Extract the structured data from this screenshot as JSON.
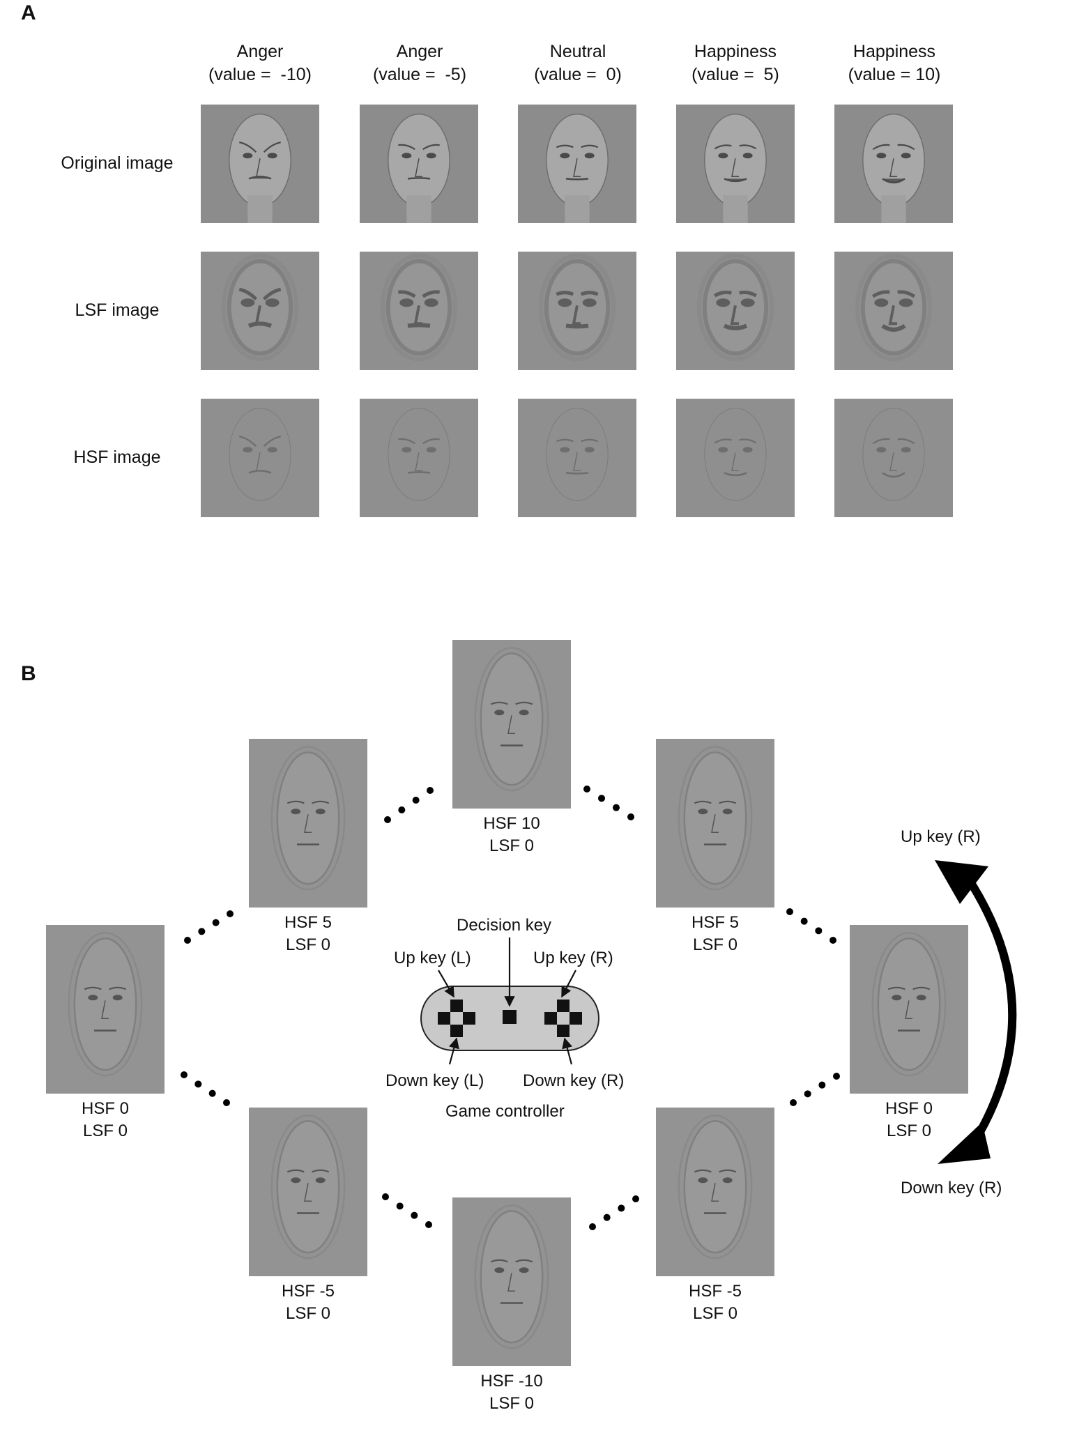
{
  "panelA": {
    "label": "A",
    "columns": [
      {
        "name": "Anger",
        "value": "(value =  -10)"
      },
      {
        "name": "Anger",
        "value": "(value =  -5)"
      },
      {
        "name": "Neutral",
        "value": "(value =  0)"
      },
      {
        "name": "Happiness",
        "value": "(value =  5)"
      },
      {
        "name": "Happiness",
        "value": "(value = 10)"
      }
    ],
    "rows": [
      "Original image",
      "LSF image",
      "HSF image"
    ]
  },
  "panelB": {
    "label": "B",
    "faces": [
      {
        "hsf": "HSF 10",
        "lsf": "LSF 0"
      },
      {
        "hsf": "HSF 5",
        "lsf": "LSF 0"
      },
      {
        "hsf": "HSF 5",
        "lsf": "LSF 0"
      },
      {
        "hsf": "HSF 0",
        "lsf": "LSF 0"
      },
      {
        "hsf": "HSF 0",
        "lsf": "LSF 0"
      },
      {
        "hsf": "HSF -5",
        "lsf": "LSF 0"
      },
      {
        "hsf": "HSF -5",
        "lsf": "LSF 0"
      },
      {
        "hsf": "HSF -10",
        "lsf": "LSF 0"
      }
    ],
    "controller": {
      "decision_key": "Decision key",
      "up_left": "Up key (L)",
      "up_right": "Up key (R)",
      "down_left": "Down key (L)",
      "down_right": "Down key (R)",
      "caption": "Game controller"
    },
    "arrow": {
      "up_label": "Up key (R)",
      "down_label": "Down key (R)"
    }
  }
}
